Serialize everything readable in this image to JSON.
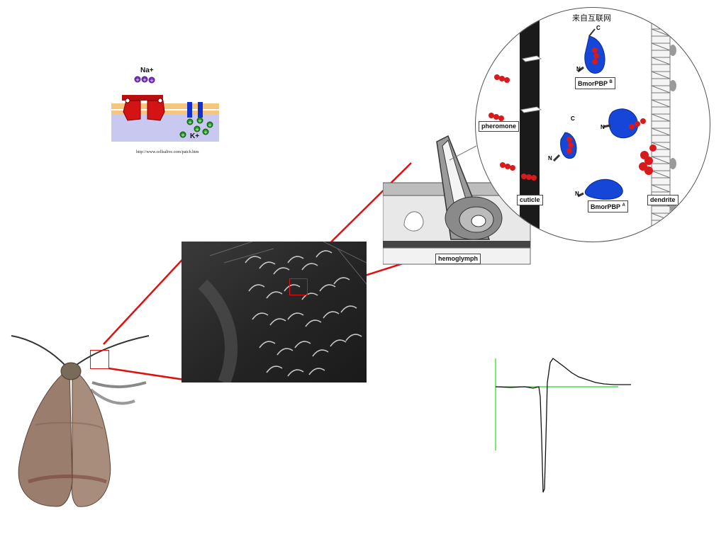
{
  "ion_channel": {
    "na_label": "Na+",
    "k_label": "K+",
    "source_url": "http://www.cellsalive.com/patch.htm"
  },
  "sensillum": {
    "source_note": "来自互联网",
    "labels": {
      "pheromone": "pheromone",
      "cuticle": "cuticle",
      "dendrite": "dendrite",
      "hemoglymph": "hemoglymph",
      "pbp_b_name": "BmorPBP",
      "pbp_b_sup": "B",
      "pbp_a_name": "BmorPBP",
      "pbp_a_sup": "A",
      "terminal_n": "N",
      "terminal_c": "C"
    }
  },
  "colors": {
    "connector": "#e01010",
    "trace_axis": "#22d822",
    "protein_blue": "#1546d8",
    "pheromone_red": "#d81a1a"
  }
}
